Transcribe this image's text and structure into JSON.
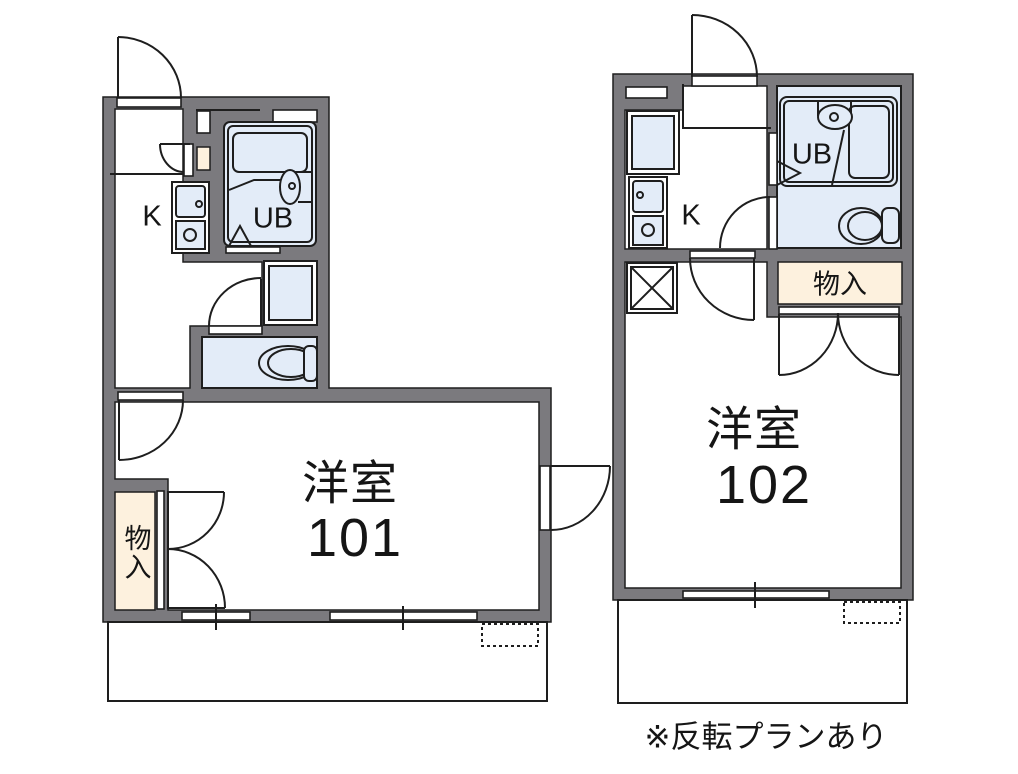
{
  "floor_plan": {
    "units": [
      {
        "room_type": "洋室",
        "room_number": "101",
        "kitchen_label": "K",
        "bath_label": "UB",
        "storage_label": "物入"
      },
      {
        "room_type": "洋室",
        "room_number": "102",
        "kitchen_label": "K",
        "bath_label": "UB",
        "storage_label": "物入"
      }
    ],
    "note": "※反転プランあり"
  },
  "colors": {
    "wall": "#7b7a7e",
    "fixture": "#e3ecf8",
    "storage": "#fdf1de",
    "line": "#1e1e1e",
    "bg": "#ffffff"
  }
}
